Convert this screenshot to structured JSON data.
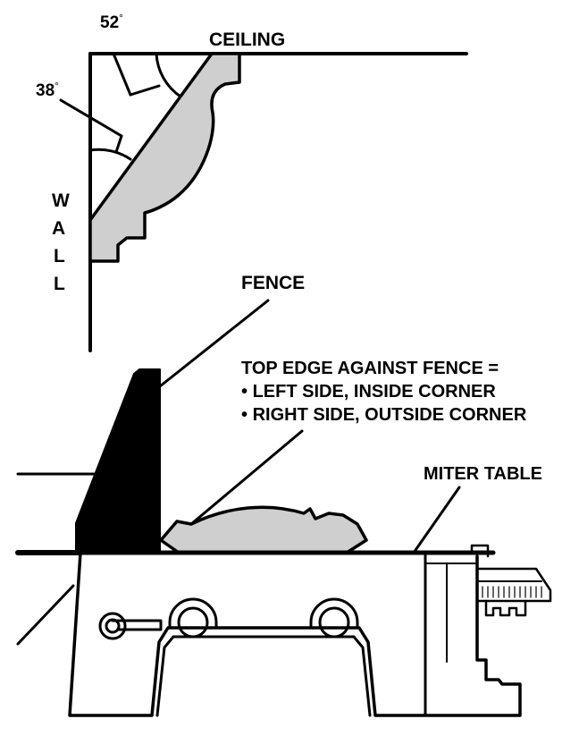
{
  "labels": {
    "ceiling": "CEILING",
    "wall": [
      "W",
      "A",
      "L",
      "L"
    ],
    "angle_top": "52",
    "angle_side": "38",
    "degree_symbol": "°",
    "fence": "FENCE",
    "miter_table": "MITER TABLE",
    "note_title": "TOP EDGE AGAINST FENCE =",
    "note_bullets": [
      "LEFT SIDE, INSIDE CORNER",
      "RIGHT SIDE, OUTSIDE CORNER"
    ],
    "bullet_char": "•"
  },
  "colors": {
    "ink": "#000000",
    "molding_fill": "#cfcfcf",
    "background": "#ffffff"
  }
}
